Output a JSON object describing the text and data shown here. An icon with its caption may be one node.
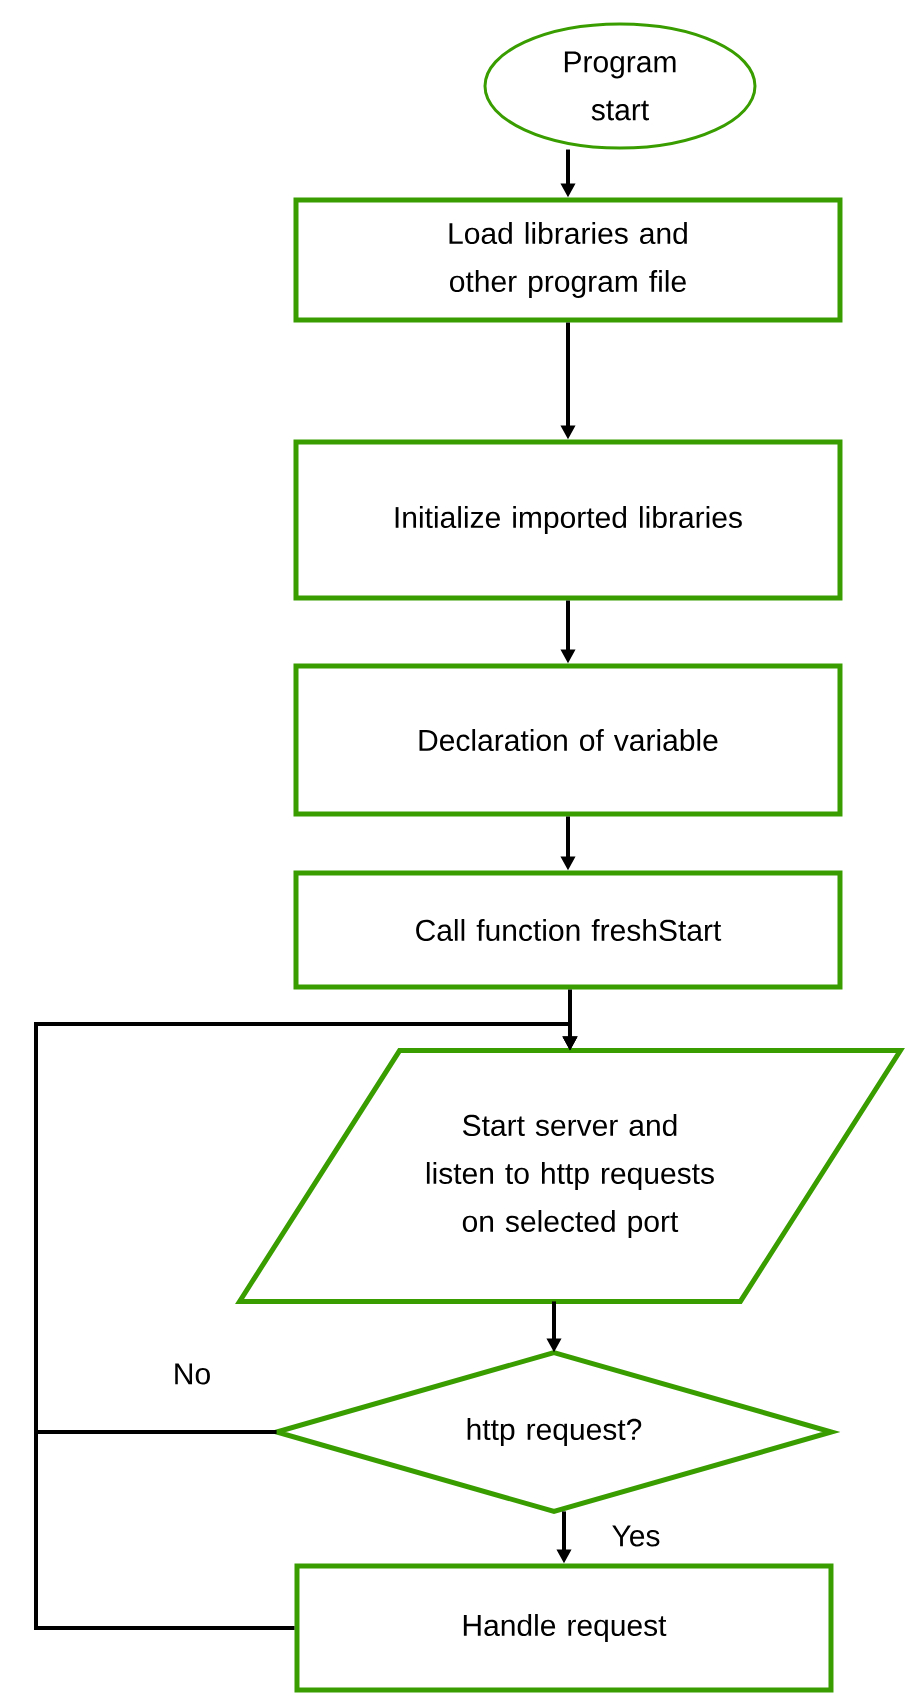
{
  "diagram": {
    "nodes": [
      {
        "text": [
          "Program start"
        ]
      },
      {
        "text": [
          "Load libraries and other program file"
        ]
      },
      {
        "text": [
          "Initialize imported libraries"
        ]
      },
      {
        "text": [
          "Declaration of variable"
        ]
      },
      {
        "text": [
          "Call function freshStart"
        ]
      },
      {
        "text": [
          "Start server and listen to http requests on selected port"
        ]
      },
      {
        "text": [
          "http request?"
        ]
      },
      {
        "text": [
          "Handle request"
        ]
      }
    ],
    "edges": [
      {
        "from": 0,
        "to": 1,
        "arrow": "to"
      },
      {
        "from": 1,
        "to": 2,
        "arrow": "to"
      },
      {
        "from": 2,
        "to": 3,
        "arrow": "to"
      },
      {
        "from": 3,
        "to": 4,
        "arrow": "to"
      },
      {
        "from": 4,
        "to": 5,
        "arrow": "to"
      },
      {
        "from": 5,
        "to": 6,
        "arrow": "to"
      },
      {
        "from": 6,
        "to": 7,
        "arrow": "to",
        "label": "Yes"
      },
      {
        "from": 6,
        "to": 5,
        "arrow": "to",
        "label": "No"
      },
      {
        "from": 7,
        "to": 5,
        "arrow": "to"
      }
    ]
  }
}
